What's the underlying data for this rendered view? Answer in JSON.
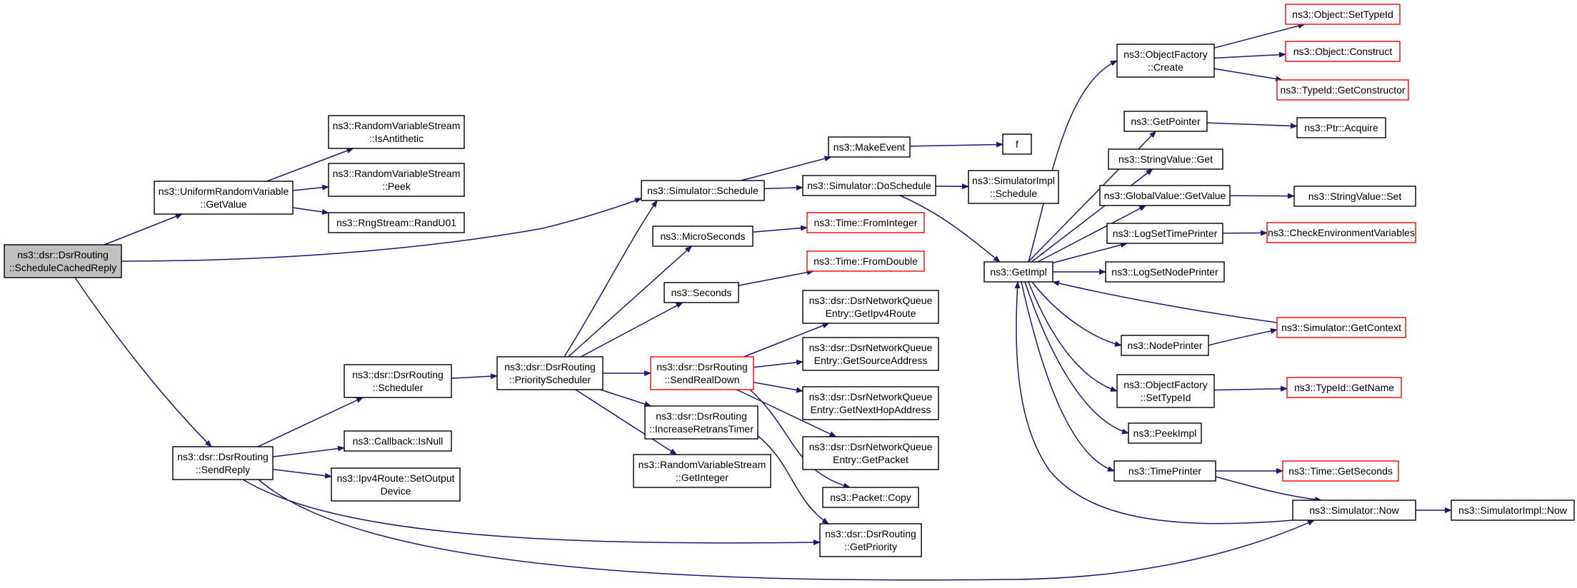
{
  "colors": {
    "edge": "#191970",
    "node_border": "#000000",
    "truncated_border": "#ff0000",
    "root_fill": "#bfbfbf",
    "node_fill": "#ffffff",
    "background": "#ffffff"
  },
  "nodes": {
    "root": {
      "lines": [
        "ns3::dsr::DsrRouting",
        "::ScheduleCachedReply"
      ],
      "kind": "root"
    },
    "urv_getvalue": {
      "lines": [
        "ns3::UniformRandomVariable",
        "::GetValue"
      ]
    },
    "rvs_isantithetic": {
      "lines": [
        "ns3::RandomVariableStream",
        "::IsAntithetic"
      ]
    },
    "rvs_peek": {
      "lines": [
        "ns3::RandomVariableStream",
        "::Peek"
      ]
    },
    "rng_randu01": {
      "lines": [
        "ns3::RngStream::RandU01"
      ]
    },
    "dsr_sendreply": {
      "lines": [
        "ns3::dsr::DsrRouting",
        "::SendReply"
      ]
    },
    "dsr_scheduler": {
      "lines": [
        "ns3::dsr::DsrRouting",
        "::Scheduler"
      ]
    },
    "callback_isnull": {
      "lines": [
        "ns3::Callback::IsNull"
      ]
    },
    "ipv4route_setoutput": {
      "lines": [
        "ns3::Ipv4Route::SetOutput",
        "Device"
      ]
    },
    "dsr_priorityscheduler": {
      "lines": [
        "ns3::dsr::DsrRouting",
        "::PriorityScheduler"
      ]
    },
    "sim_schedule": {
      "lines": [
        "ns3::Simulator::Schedule"
      ]
    },
    "microseconds": {
      "lines": [
        "ns3::MicroSeconds"
      ]
    },
    "seconds": {
      "lines": [
        "ns3::Seconds"
      ]
    },
    "dsr_sendrealdown": {
      "lines": [
        "ns3::dsr::DsrRouting",
        "::SendRealDown"
      ],
      "kind": "truncated"
    },
    "dsr_increaseretrans": {
      "lines": [
        "ns3::dsr::DsrRouting",
        "::IncreaseRetransTimer"
      ]
    },
    "rvs_getinteger": {
      "lines": [
        "ns3::RandomVariableStream",
        "::GetInteger"
      ]
    },
    "makeevent": {
      "lines": [
        "ns3::MakeEvent"
      ]
    },
    "f": {
      "lines": [
        "f"
      ]
    },
    "sim_doschedule": {
      "lines": [
        "ns3::Simulator::DoSchedule"
      ]
    },
    "simimpl_schedule": {
      "lines": [
        "ns3::SimulatorImpl",
        "::Schedule"
      ]
    },
    "time_frominteger": {
      "lines": [
        "ns3::Time::FromInteger"
      ],
      "kind": "truncated"
    },
    "time_fromdouble": {
      "lines": [
        "ns3::Time::FromDouble"
      ],
      "kind": "truncated"
    },
    "nqe_getipv4route": {
      "lines": [
        "ns3::dsr::DsrNetworkQueue",
        "Entry::GetIpv4Route"
      ]
    },
    "nqe_getsourceaddress": {
      "lines": [
        "ns3::dsr::DsrNetworkQueue",
        "Entry::GetSourceAddress"
      ]
    },
    "nqe_getnexthop": {
      "lines": [
        "ns3::dsr::DsrNetworkQueue",
        "Entry::GetNextHopAddress"
      ]
    },
    "nqe_getpacket": {
      "lines": [
        "ns3::dsr::DsrNetworkQueue",
        "Entry::GetPacket"
      ]
    },
    "packet_copy": {
      "lines": [
        "ns3::Packet::Copy"
      ]
    },
    "dsr_getpriority": {
      "lines": [
        "ns3::dsr::DsrRouting",
        "::GetPriority"
      ]
    },
    "getimpl": {
      "lines": [
        "ns3::GetImpl"
      ]
    },
    "objfactory_create": {
      "lines": [
        "ns3::ObjectFactory",
        "::Create"
      ]
    },
    "getpointer": {
      "lines": [
        "ns3::GetPointer"
      ]
    },
    "stringvalue_get": {
      "lines": [
        "ns3::StringValue::Get"
      ]
    },
    "globalvalue_getvalue": {
      "lines": [
        "ns3::GlobalValue::GetValue"
      ]
    },
    "logsettimeprinter": {
      "lines": [
        "ns3::LogSetTimePrinter"
      ]
    },
    "logsetnodeprinter": {
      "lines": [
        "ns3::LogSetNodePrinter"
      ]
    },
    "nodeprinter": {
      "lines": [
        "ns3::NodePrinter"
      ]
    },
    "objfactory_settypeid": {
      "lines": [
        "ns3::ObjectFactory",
        "::SetTypeId"
      ]
    },
    "peekimpl": {
      "lines": [
        "ns3::PeekImpl"
      ]
    },
    "timeprinter": {
      "lines": [
        "ns3::TimePrinter"
      ]
    },
    "sim_now": {
      "lines": [
        "ns3::Simulator::Now"
      ]
    },
    "simimpl_now": {
      "lines": [
        "ns3::SimulatorImpl::Now"
      ]
    },
    "object_settypeid": {
      "lines": [
        "ns3::Object::SetTypeId"
      ],
      "kind": "truncated"
    },
    "object_construct": {
      "lines": [
        "ns3::Object::Construct"
      ],
      "kind": "truncated"
    },
    "typeid_getconstructor": {
      "lines": [
        "ns3::TypeId::GetConstructor"
      ],
      "kind": "truncated"
    },
    "ptr_acquire": {
      "lines": [
        "ns3::Ptr::Acquire"
      ]
    },
    "stringvalue_set": {
      "lines": [
        "ns3::StringValue::Set"
      ]
    },
    "checkenvvars": {
      "lines": [
        "ns3::CheckEnvironmentVariables"
      ],
      "kind": "truncated"
    },
    "sim_getcontext": {
      "lines": [
        "ns3::Simulator::GetContext"
      ],
      "kind": "truncated"
    },
    "typeid_getname": {
      "lines": [
        "ns3::TypeId::GetName"
      ],
      "kind": "truncated"
    },
    "time_getseconds": {
      "lines": [
        "ns3::Time::GetSeconds"
      ],
      "kind": "truncated"
    }
  },
  "edges": [
    [
      "root",
      "urv_getvalue"
    ],
    [
      "root",
      "sim_schedule"
    ],
    [
      "root",
      "dsr_sendreply"
    ],
    [
      "urv_getvalue",
      "rvs_isantithetic"
    ],
    [
      "urv_getvalue",
      "rvs_peek"
    ],
    [
      "urv_getvalue",
      "rng_randu01"
    ],
    [
      "dsr_sendreply",
      "dsr_scheduler"
    ],
    [
      "dsr_sendreply",
      "callback_isnull"
    ],
    [
      "dsr_sendreply",
      "ipv4route_setoutput"
    ],
    [
      "dsr_sendreply",
      "dsr_getpriority"
    ],
    [
      "dsr_sendreply",
      "sim_now"
    ],
    [
      "dsr_scheduler",
      "dsr_priorityscheduler"
    ],
    [
      "dsr_priorityscheduler",
      "sim_schedule"
    ],
    [
      "dsr_priorityscheduler",
      "microseconds"
    ],
    [
      "dsr_priorityscheduler",
      "seconds"
    ],
    [
      "dsr_priorityscheduler",
      "dsr_sendrealdown"
    ],
    [
      "dsr_priorityscheduler",
      "dsr_increaseretrans"
    ],
    [
      "dsr_priorityscheduler",
      "rvs_getinteger"
    ],
    [
      "sim_schedule",
      "makeevent"
    ],
    [
      "sim_schedule",
      "sim_doschedule"
    ],
    [
      "makeevent",
      "f"
    ],
    [
      "sim_doschedule",
      "simimpl_schedule"
    ],
    [
      "sim_doschedule",
      "getimpl"
    ],
    [
      "microseconds",
      "time_frominteger"
    ],
    [
      "seconds",
      "time_fromdouble"
    ],
    [
      "dsr_sendrealdown",
      "nqe_getipv4route"
    ],
    [
      "dsr_sendrealdown",
      "nqe_getsourceaddress"
    ],
    [
      "dsr_sendrealdown",
      "nqe_getnexthop"
    ],
    [
      "dsr_sendrealdown",
      "nqe_getpacket"
    ],
    [
      "dsr_sendrealdown",
      "packet_copy"
    ],
    [
      "dsr_increaseretrans",
      "dsr_getpriority"
    ],
    [
      "getimpl",
      "objfactory_create"
    ],
    [
      "getimpl",
      "getpointer"
    ],
    [
      "getimpl",
      "stringvalue_get"
    ],
    [
      "getimpl",
      "globalvalue_getvalue"
    ],
    [
      "getimpl",
      "logsettimeprinter"
    ],
    [
      "getimpl",
      "logsetnodeprinter"
    ],
    [
      "getimpl",
      "nodeprinter"
    ],
    [
      "getimpl",
      "objfactory_settypeid"
    ],
    [
      "getimpl",
      "peekimpl"
    ],
    [
      "getimpl",
      "timeprinter"
    ],
    [
      "objfactory_create",
      "object_settypeid"
    ],
    [
      "objfactory_create",
      "object_construct"
    ],
    [
      "objfactory_create",
      "typeid_getconstructor"
    ],
    [
      "getpointer",
      "ptr_acquire"
    ],
    [
      "globalvalue_getvalue",
      "stringvalue_set"
    ],
    [
      "logsettimeprinter",
      "checkenvvars"
    ],
    [
      "sim_getcontext",
      "getimpl"
    ],
    [
      "nodeprinter",
      "sim_getcontext"
    ],
    [
      "objfactory_settypeid",
      "typeid_getname"
    ],
    [
      "timeprinter",
      "time_getseconds"
    ],
    [
      "timeprinter",
      "sim_now"
    ],
    [
      "sim_now",
      "getimpl"
    ],
    [
      "sim_now",
      "simimpl_now"
    ]
  ]
}
